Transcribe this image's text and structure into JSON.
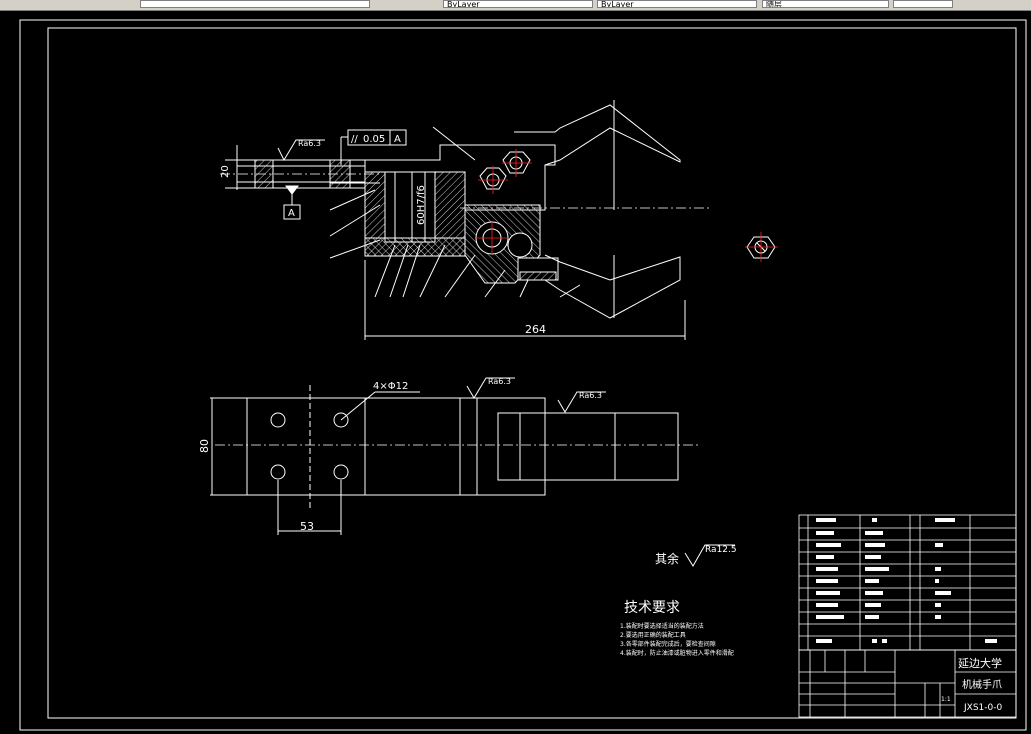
{
  "toolbar": {
    "layer_value": "",
    "fields": [
      "ByLayer",
      "ByLayer",
      "随层",
      ""
    ]
  },
  "drawing": {
    "dim_top": "20",
    "dim_vertical": "60H7/f6",
    "dim_264": "264",
    "dim_80": "80",
    "dim_53": "53",
    "holes": "4×Φ12",
    "ra_top": "Ra6.3",
    "ra_mid1": "Ra6.3",
    "ra_mid2": "Ra6.3",
    "ra_other": "Ra12.5",
    "other_label": "其余",
    "tol_symbol": "//",
    "tol_value": "0.05",
    "datum_ref": "A",
    "datum_label": "A"
  },
  "tech": {
    "title": "技术要求",
    "lines": [
      "1.装配时要选择适当的装配方法",
      "2.要选用正确的装配工具",
      "3.各零部件装配完成后，要检查间隙",
      "4.装配时，防止油漆或脏物进入零件和滑配"
    ]
  },
  "titleblock": {
    "school": "延边大学",
    "part_name": "机械手爪",
    "drawing_no": "JXS1-0-0",
    "scale": "1:1"
  }
}
